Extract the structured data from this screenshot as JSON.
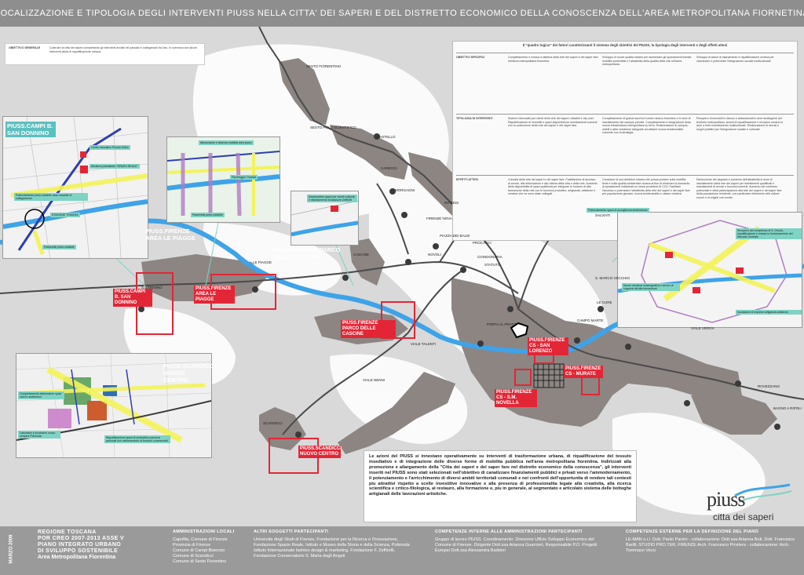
{
  "title": "LOCALIZZAZIONE E TIPOLOGIA DEGLI INTERVENTI PIUSS NELLA CITTA' DEI SAPERI  E DEL DISTRETTO ECONOMICO DELLA CONOSCENZA DELL'AREA METROPOLITANA FIORNETINA",
  "colors": {
    "banner": "#8e8e8e",
    "river": "#3ea3e8",
    "urban": "#8c8582",
    "red": "#e32636",
    "teal": "#5cc0c0",
    "yellow": "#f3f35a",
    "purple": "#b07cc2"
  },
  "objective": {
    "label": "OBIETTIVO GENERALE",
    "text": "Costruire la citta dei saperi completando gli interventi avviati nel passato e collegandoli fra loro, in coerenza con alcuni interventi pilota di riqualificazione urbana."
  },
  "matrix": {
    "heading": "Il \"quadro logico\" dei fattori caratterizzanti il sistema degli obiettivi del PIUSS, la tipologia degli interventi e degli effetti attesi",
    "rows": [
      {
        "label": "OBIETTIVI SPECIFICI",
        "cols": [
          "Completamento e messa a sistema della rete dei saperi e del saper fare nell'area metropolitana fiorentina.",
          "Sviluppo di nuove qualita urbane per aumentare gli spostamenti tramite mobilita sostenibile e l'attrattivita della qualita della vita nell'area metropolitana.",
          "Sviluppo di azioni di risanamento e riqualificazione urbana per valorizzare e potenziare l'integrazione sociale multiculturale."
        ]
      },
      {
        "label": "TIPOLOGIA DI INTERVENTI",
        "cols": [
          "Sistemi informativi per utenti della rete dei saperi, cittadini e city user. Riqualificazione di immobili e spazi disponibili per insediamenti coerenti con la costruzione della rete dei saperi e del saper fare.",
          "Completamento di grandi assi fra il centro storico fiorentino e le aree di insediamento dei campus previsti. Completamento e integrazione della nuova infrastruttura metropolitana su ferro. Realizzazione di campus, ostelli e altre residenze adeguate ad attrarre nuova residenzialita coerente con la strategia.",
          "Recupero di immobili in disuso e abbandonati in aree strategiche del territorio metropolitano. Azioni di riqualificazione e recupero urbano in aree a forte insediamento multiculturale. Realizzazione di servizi e luoghi pubblici per l'integrazione sociale e culturale."
        ]
      },
      {
        "label": "EFFETTI ATTESI",
        "cols": [
          "Crescita della rete dei saperi e del saper fare. Facilitazione di accesso ai servizi, alle informazioni e allo offerta della citta e della rete. Aumento della disponibilita di spazi qualificati per integrare le funzioni di alta formazione della rete con le funzioni produttive, artigianali, artistiche e creative che ne sono state collegati.",
          "Creazione di una direttrice urbana che possa puntare sulla mobilita lenta e sulla qualita ambientale urbana al fine di diminuire la domanda di spostamenti individuali su mezzi produttori di CO2. Facilitare l'accesso e potenziare l'attrattivita della rete dei saperi e del saper fare per popolazione giovane, nuova residenzialita e classe creativa.",
          "Diminuzione del degrado e aumento dell'attrattivita in aree di insediamento della rete dei saperi per investimenti qualificati e insediamenti di servizi e funzioni coerenti. Aumento del confronto potenziale e della partecipazione alla rete dei saperi e del saper fare della popolazione residente, con particolare riferimento alle culture nuove e di origine non locale."
        ]
      }
    ]
  },
  "insets": [
    {
      "title": "PIUSS.CAMPI B. SAN DONNINO",
      "labels": [
        "Centro formativo Piccolo Edilio",
        "Struttura polivalente \"SPAZIO REALE\"",
        "Potenziamento pedo-ciclabile asse stradale di collegamento",
        "STAZIONE TRAMVIA",
        "Passerelle pedo-ciclabile"
      ]
    },
    {
      "title": "PIUSS.FIRENZE AREA LE PIAGGE",
      "labels": [
        "Attrezzature e sistema mobilita area parco",
        "Passerella pedo-ciclabile",
        "Parcheggio Tramvia"
      ]
    },
    {
      "title": "PIUSS.FIRENZE PARCO DELLE CASCINE",
      "labels": [
        "Ampliamento spazi per eventi culturali e insediamento fondazione Zeffirelli"
      ]
    },
    {
      "title": "PIUSS.SCANDICCI NUOVO CENTRO",
      "labels": [
        "Completamento attrezzature spazi civici e auditorium",
        "Laboratori e incubatori nuovo campus Polimoda",
        "Riqualificazione spazi di centralita e percorsi pedonali con rafforzamento di funzioni commerciali"
      ]
    },
    {
      "title": "",
      "labels": [
        "Potenziamento spazi di accoglienza studentesca",
        "Recupero del complesso di S. Orsola, riqualificazione e messa in funzionamento del Mercato Centrale",
        "Nuovo struttura museografica e servizi di supporto all'alta formazione",
        "Incubatore di imprese artigianali-artistiche"
      ]
    }
  ],
  "interventions": [
    "PIUSS.CAMPI B. SAN DONNINO",
    "PIUSS.FIRENZE AREA LE PIAGGE",
    "PIUSS.FIRENZE PARCO DELLE CASCINE",
    "PIUSS.FIRENZE CS - SAN LORENZO",
    "PIUSS.FIRENZE CS - MURATE",
    "PIUSS.FIRENZE CS - S.M. NOVELLA",
    "PIUSS.SCANDICCI NUOVO CENTRO"
  ],
  "places": [
    "SESTO FIORENTINO",
    "SESTO POLO SCIENTIFICO",
    "CASTELLO",
    "CAREGGI",
    "MORGAGNI",
    "SCANDICCI",
    "RIFREDI",
    "FIRENZE NOVA",
    "NOVOLI",
    "PROCACCI",
    "STATUTO",
    "CASCINE",
    "LE PIAGGE",
    "S. DONNINO",
    "PORTA AL PRATO",
    "VIALE TALENTI",
    "VIALE NENNI",
    "CAMPO MARTE",
    "LE CURE",
    "S. MARCO VECCHIO",
    "SALVIATI",
    "VIALE VERGA",
    "ROVEZZANO",
    "BAGNO A RIPOLI",
    "CIONDONARIA",
    "PIAZZA DEI BALDI"
  ],
  "description": "Le azioni del PIUSS si innestano operativamente su interventi di trasformazione urbana, di riqualificazione del tessuto insediativo e di integrazione delle diverse forme di mobilita pubblica nell'area metropolitana fiorentina. Indirizzati alla promozione e allargamento della \"Citta dei saperi e del saper fare nel distretto economico della conoscenza\", gli interventi inseriti nel PIUSS sono stati selezionati nell'obiettivo di canalizzare finanziamenti pubblici e privati verso l'ammodernamento, il potenziamento e l'arricchimento di diversi ambiti territoriali comunali e nei confronti dell'opportunita di rendere tali contesti piu attrattivi rispetto a scelte investitive innovative e alla presenza di professionalita legate alla creativita, alla ricerca scientifica e critico-filologica, al restauro, alla formazione e, piu in generale, al segmentato e articolato sistema delle botteghe artigianali delle lavorazioni artistiche.",
  "logo": {
    "word": "piuss",
    "tagline": "citta dei saperi"
  },
  "footer": {
    "date": "MARZO 2009",
    "region": [
      "REGIONE TOSCANA",
      "POR CREO 2007-2013 ASSE V",
      "PIANO INTEGRATO URBANO",
      "DI SVILUPPO SOSTENIBILE",
      "Area Metropolitana Fiorentina"
    ],
    "local_title": "AMMINISTRAZIONI LOCALI",
    "local": [
      "Capofila, Comune di Firenze",
      "Provincia di Firenze",
      "Comune di Campi Bisenzio",
      "Comune di Scandicci",
      "Comune di Sesto Fiorentino"
    ],
    "others_title": "ALTRI SOGGETTI PARTECIPANTI",
    "others": "Universita degli Studi di Firenze, Fondazione per la Ricerca e l'Innovazione, Fondazione Spazio Reale, Istituto e Museo della Storia e della Scienza, Polimoda Istituto Internazionale fashion design & marketing, Fondazione F. Zeffirelli, Fondazione Conservatorio S. Maria degli Angeli",
    "internal_title": "COMPETENZE INTERNE ALLE AMMINISTRAZIONI PARTECIPANTI",
    "internal": "Gruppo di lavoro PIUSS. Coordinamento: Direzione Ufficio Sviluppo Economico del Comune di Firenze. Dirigente Dott.ssa Arianna Guarnieri, Responsabile P.O. Progetti Europei Dott.ssa Alessandra Barbieri",
    "external_title": "COMPETENZE ESTERNE PER LA DEFINIZIONE DEL PIANO",
    "external": "LE-MAN s.r.l. Dott. Paolo Parrini - collaborazione: Dott.ssa Arianna Buti, Dott. Francesco Barilli. STUDIO PRO.TER. FIRENZE Arch. Francesco Privitera - collaborazione: Arch. Tommaso Vecci"
  }
}
